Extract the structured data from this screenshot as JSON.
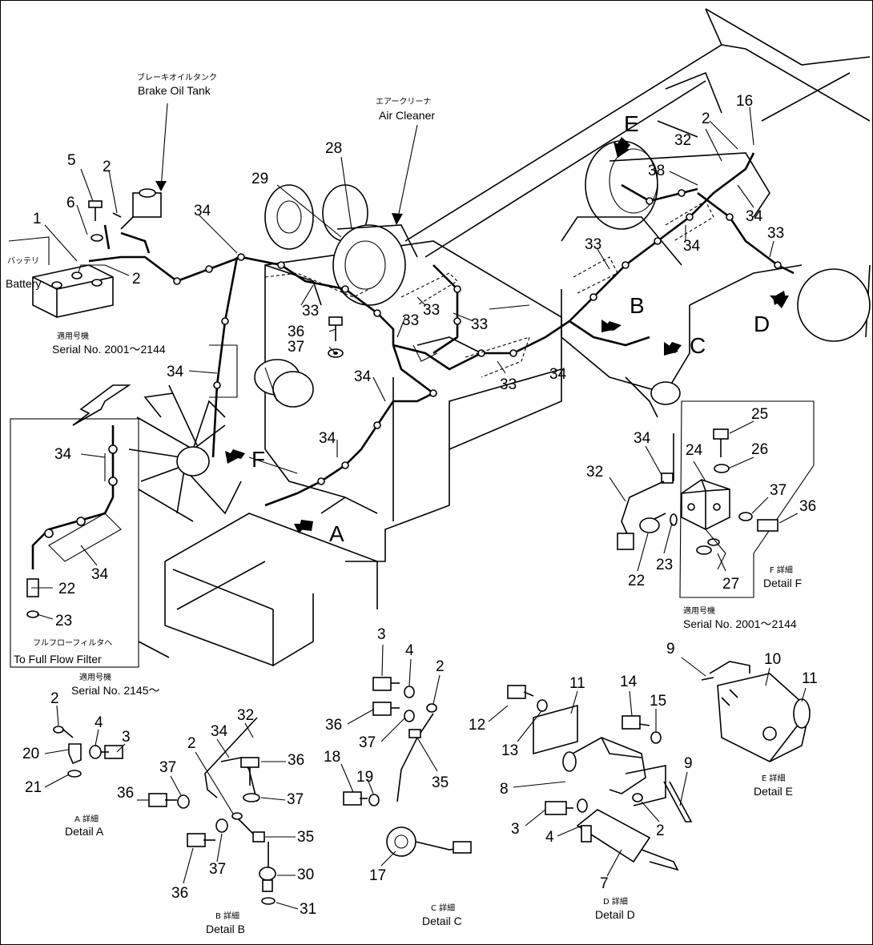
{
  "callouts": {
    "brake_oil_tank_jp": "ブレーキオイルタンク",
    "brake_oil_tank": "Brake Oil Tank",
    "air_cleaner_jp": "エアークリーナ",
    "air_cleaner": "Air Cleaner",
    "battery_jp": "バッテリ",
    "battery": "Battery",
    "serial_jp": "適用号機",
    "serial_a": "Serial No. 2001～2144",
    "serial_b": "Serial No. 2145～",
    "full_flow_jp": "フルフローフィルタへ",
    "full_flow": "To Full Flow Filter",
    "serial_f": "Serial No. 2001～2144"
  },
  "views": {
    "A": "A",
    "B": "B",
    "C": "C",
    "D": "D",
    "E": "E",
    "F": "F"
  },
  "details": {
    "a_jp": "A 詳細",
    "a": "Detail A",
    "b_jp": "B 詳細",
    "b": "Detail B",
    "c_jp": "C 詳細",
    "c": "Detail C",
    "d_jp": "D 詳細",
    "d": "Detail D",
    "e_jp": "E 詳細",
    "e": "Detail E",
    "f_jp": "F 詳細",
    "f": "Detail F"
  },
  "part_numbers": {
    "n1": "1",
    "n2": "2",
    "n3": "3",
    "n4": "4",
    "n5": "5",
    "n6": "6",
    "n7": "7",
    "n8": "8",
    "n9": "9",
    "n10": "10",
    "n11": "11",
    "n12": "12",
    "n13": "13",
    "n14": "14",
    "n15": "15",
    "n16": "16",
    "n17": "17",
    "n18": "18",
    "n19": "19",
    "n20": "20",
    "n21": "21",
    "n22": "22",
    "n23": "23",
    "n24": "24",
    "n25": "25",
    "n26": "26",
    "n27": "27",
    "n28": "28",
    "n29": "29",
    "n30": "30",
    "n31": "31",
    "n32": "32",
    "n33": "33",
    "n34": "34",
    "n35": "35",
    "n36": "36",
    "n37": "37",
    "n38": "38"
  }
}
